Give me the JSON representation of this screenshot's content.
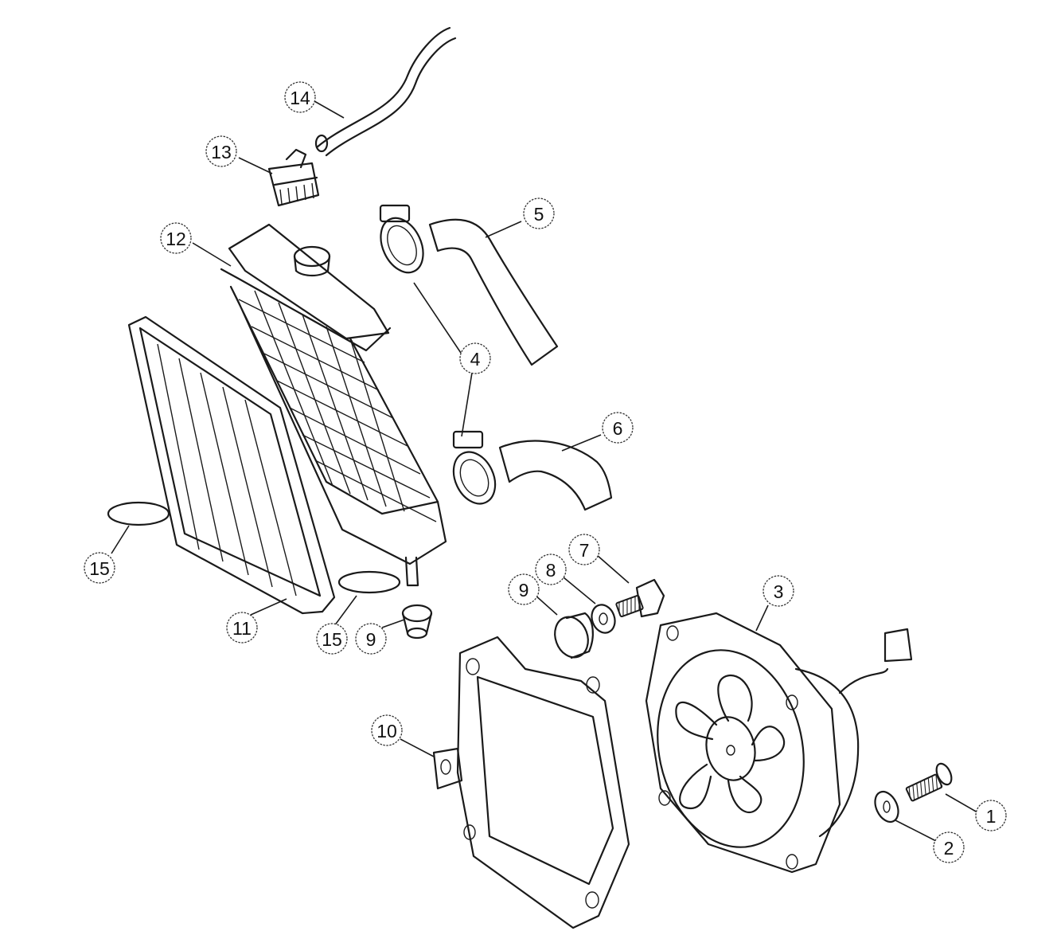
{
  "diagram": {
    "callouts": [
      {
        "label": "1"
      },
      {
        "label": "2"
      },
      {
        "label": "3"
      },
      {
        "label": "4"
      },
      {
        "label": "5"
      },
      {
        "label": "6"
      },
      {
        "label": "7"
      },
      {
        "label": "8"
      },
      {
        "label": "9"
      },
      {
        "label": "9"
      },
      {
        "label": "10"
      },
      {
        "label": "11"
      },
      {
        "label": "12"
      },
      {
        "label": "13"
      },
      {
        "label": "14"
      },
      {
        "label": "15"
      },
      {
        "label": "15"
      }
    ]
  }
}
